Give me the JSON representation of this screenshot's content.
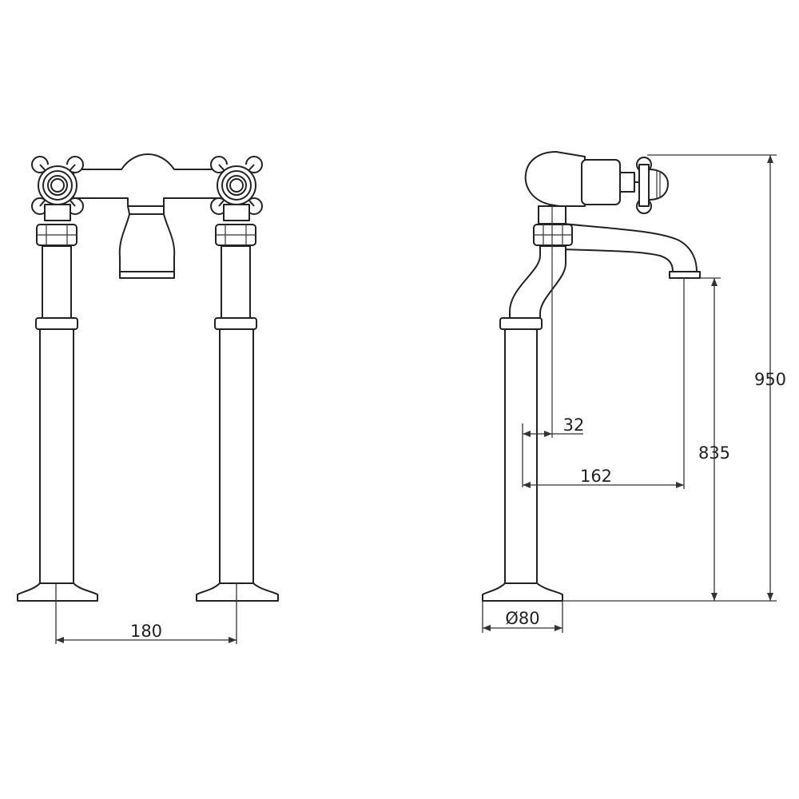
{
  "dimensions": {
    "spacing": "180",
    "base_diameter": "Ø80",
    "total_height": "950",
    "spout_height": "835",
    "spout_reach": "162",
    "pipe_offset": "32"
  },
  "colors": {
    "line": "#222222",
    "background": "#ffffff"
  }
}
